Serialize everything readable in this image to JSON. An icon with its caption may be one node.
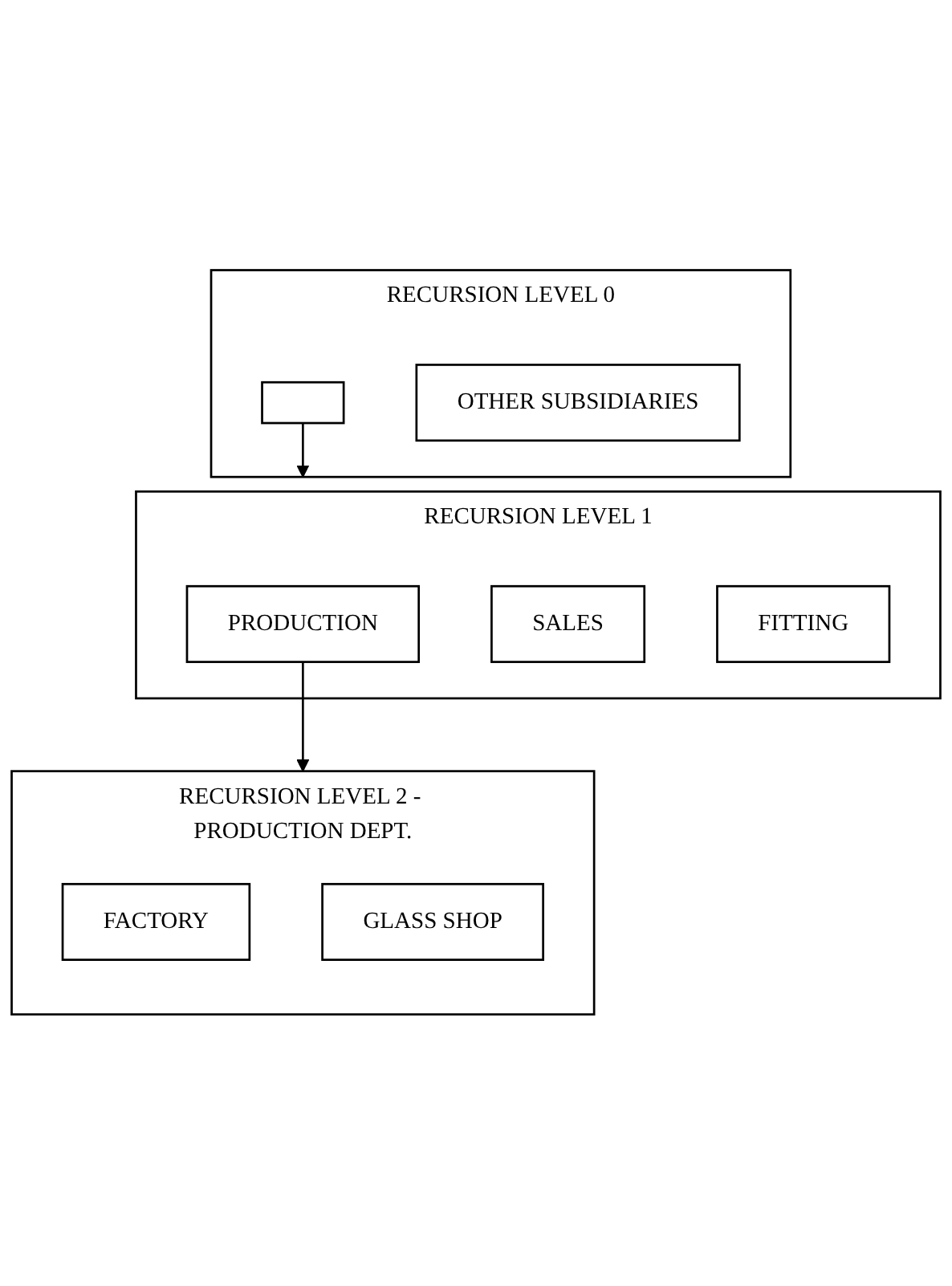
{
  "diagram": {
    "nodes": [
      {
        "text": [
          "RECURSION LEVEL 0"
        ]
      },
      {
        "text": [],
        "shape": "box",
        "in": 0
      },
      {
        "text": [
          "OTHER SUBSIDIARIES"
        ],
        "in": 0
      },
      {
        "text": [
          "RECURSION LEVEL 1"
        ]
      },
      {
        "text": [
          "PRODUCTION"
        ],
        "in": 3
      },
      {
        "text": [
          "SALES"
        ],
        "in": 3
      },
      {
        "text": [
          "FITTING"
        ],
        "in": 3
      },
      {
        "text": [
          "RECURSION LEVEL 2 - PRODUCTION DEPT."
        ]
      },
      {
        "text": [
          "FACTORY"
        ],
        "in": 7
      },
      {
        "text": [
          "GLASS SHOP"
        ],
        "in": 7
      }
    ],
    "edges": [
      {
        "from": 1,
        "to": 3,
        "arrow": "to"
      },
      {
        "from": 4,
        "to": 7,
        "arrow": "to"
      }
    ]
  }
}
